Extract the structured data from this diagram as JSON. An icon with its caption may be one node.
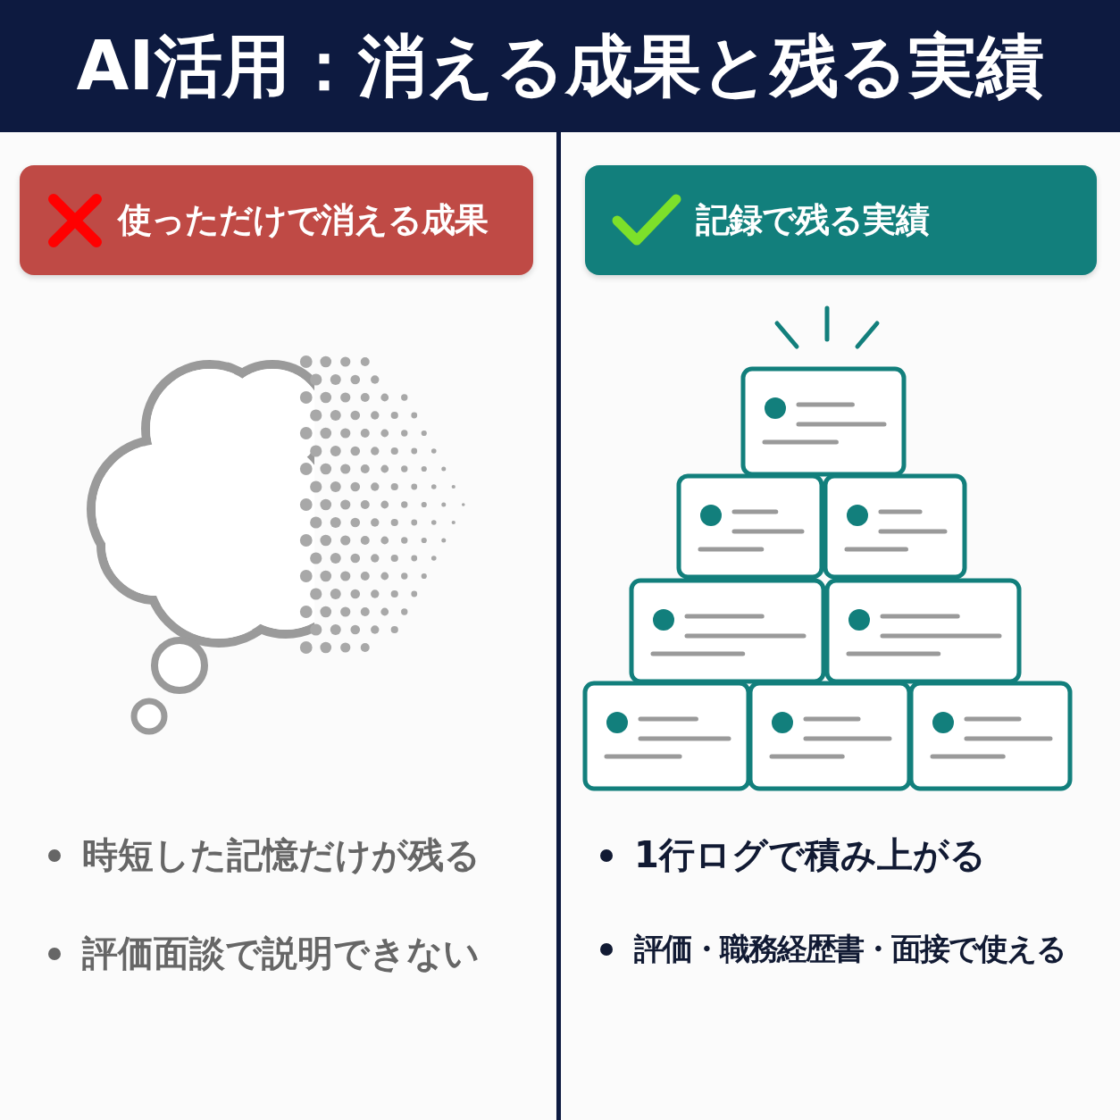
{
  "diagram": {
    "title": "AI活用：消える成果と残る実績",
    "nodes": [
      {
        "text": [
          "使っただけで消える成果"
        ]
      },
      {
        "text": [
          "記録で残る実績"
        ]
      }
    ],
    "labels": [
      "時短した記憶だけが残る",
      "評価面談で説明できない",
      "1行ログで積み上がる",
      "評価・職務経歴書・面接で使える"
    ]
  }
}
